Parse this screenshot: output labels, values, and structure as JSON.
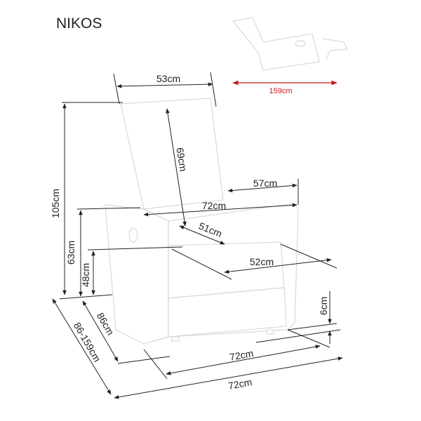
{
  "title": "NIKOS",
  "inset": {
    "label": "159cm",
    "color": "#c8161d"
  },
  "dimensions": {
    "back_width": "53cm",
    "total_height": "105cm",
    "back_height": "69cm",
    "armrest_depth": "57cm",
    "width_top": "72cm",
    "seat_depth_51": "51cm",
    "armrest_height": "63cm",
    "seat_height": "48cm",
    "seat_width": "52cm",
    "ground_clearance": "6cm",
    "depth": "86cm",
    "depth_reclined": "86-159cm",
    "base_width": "72cm",
    "total_width": "72cm"
  }
}
